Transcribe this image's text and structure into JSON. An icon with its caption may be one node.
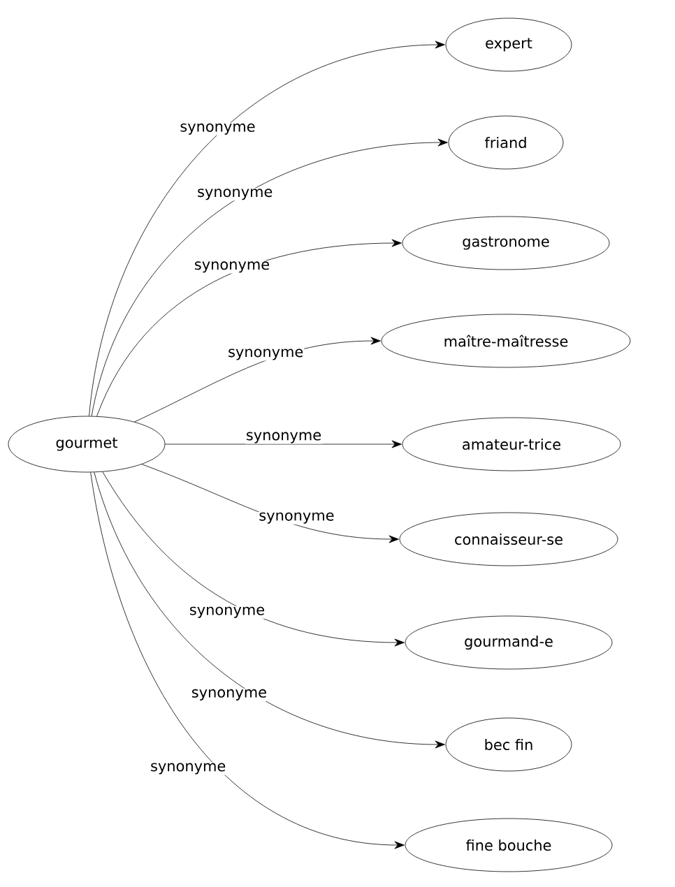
{
  "diagram": {
    "nodes": [
      {
        "text": [
          "gourmet"
        ]
      },
      {
        "text": [
          "expert"
        ]
      },
      {
        "text": [
          "friand"
        ]
      },
      {
        "text": [
          "gastronome"
        ]
      },
      {
        "text": [
          "maître-maîtresse"
        ]
      },
      {
        "text": [
          "amateur-trice"
        ]
      },
      {
        "text": [
          "connaisseur-se"
        ]
      },
      {
        "text": [
          "gourmand-e"
        ]
      },
      {
        "text": [
          "bec fin"
        ]
      },
      {
        "text": [
          "fine bouche"
        ]
      }
    ],
    "edges": [
      {
        "from": 0,
        "to": 1,
        "arrow": "to",
        "label": "synonyme"
      },
      {
        "from": 0,
        "to": 2,
        "arrow": "to",
        "label": "synonyme"
      },
      {
        "from": 0,
        "to": 3,
        "arrow": "to",
        "label": "synonyme"
      },
      {
        "from": 0,
        "to": 4,
        "arrow": "to",
        "label": "synonyme"
      },
      {
        "from": 0,
        "to": 5,
        "arrow": "to",
        "label": "synonyme"
      },
      {
        "from": 0,
        "to": 6,
        "arrow": "to",
        "label": "synonyme"
      },
      {
        "from": 0,
        "to": 7,
        "arrow": "to",
        "label": "synonyme"
      },
      {
        "from": 0,
        "to": 8,
        "arrow": "to",
        "label": "synonyme"
      },
      {
        "from": 0,
        "to": 9,
        "arrow": "to",
        "label": "synonyme"
      }
    ]
  }
}
